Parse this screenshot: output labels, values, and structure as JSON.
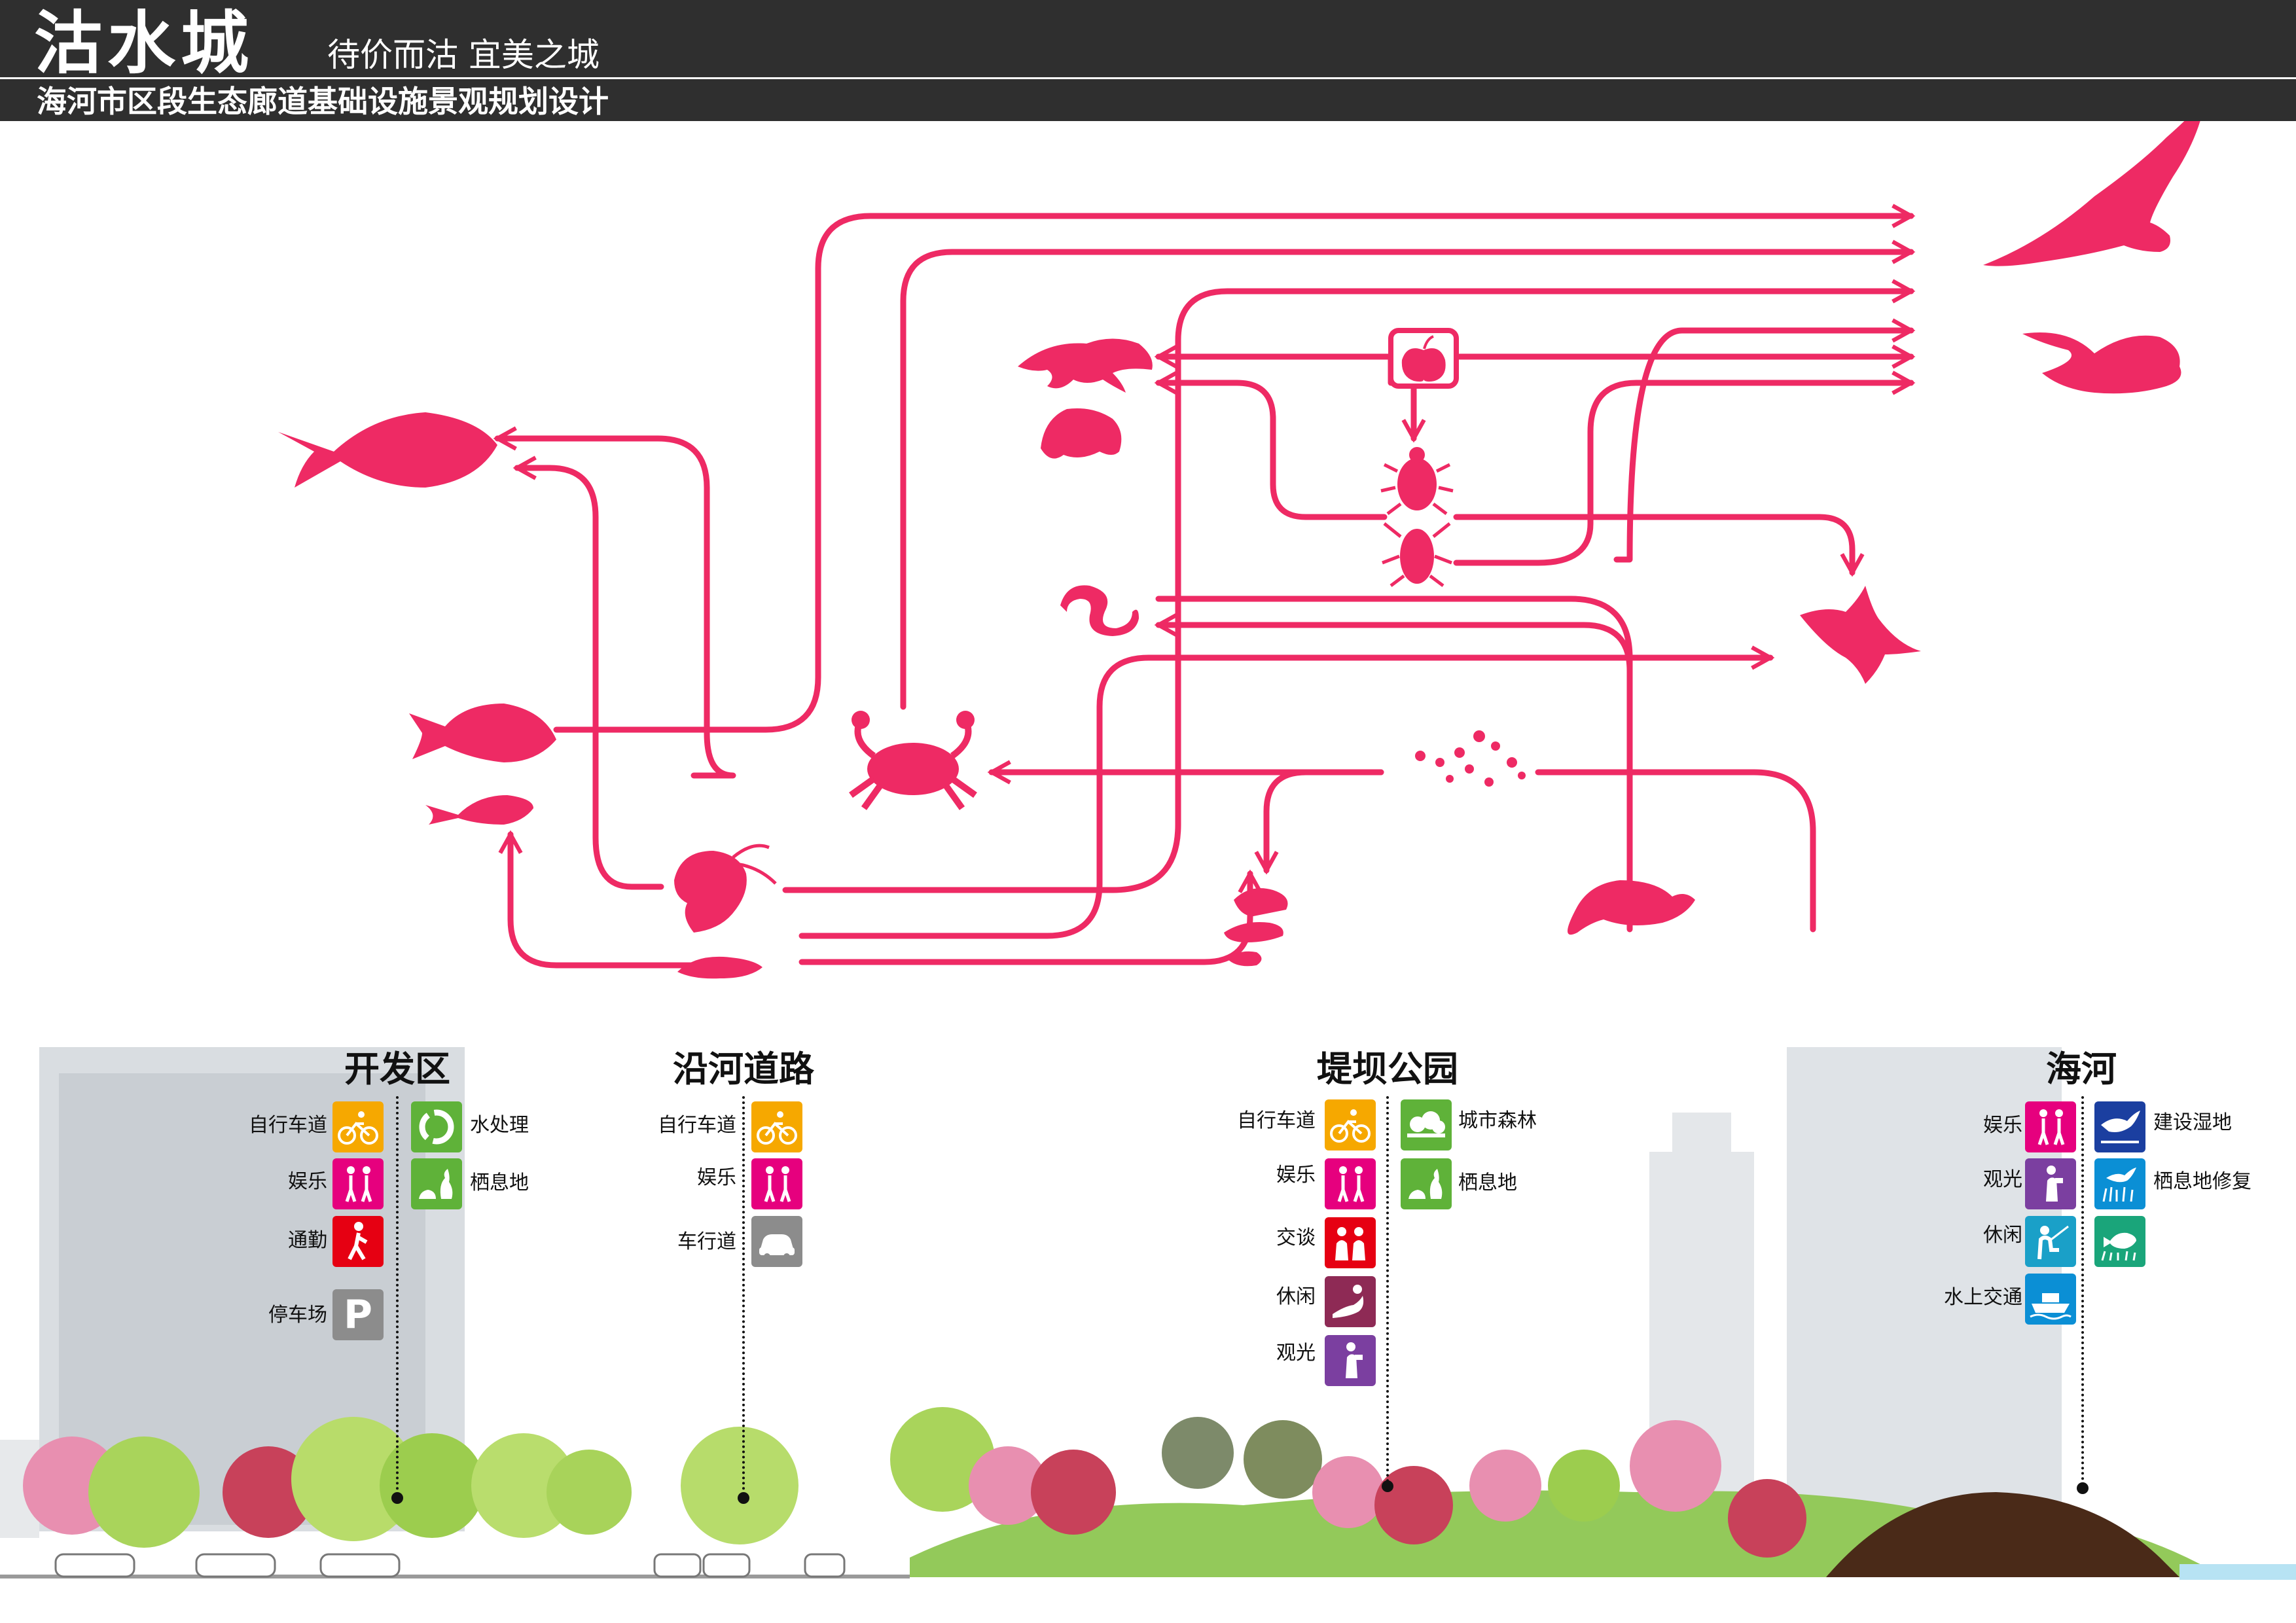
{
  "header": {
    "brand": "沽水城",
    "slogan": "待价而沽   宜美之城",
    "project_title": "海河市区段生态廊道基础设施景观规划设计"
  },
  "colors": {
    "header_bg": "#2f2f2f",
    "flow_line": "#ee2a64",
    "tile_yellow": "#f6a800",
    "tile_magenta": "#e6007e",
    "tile_red": "#e60012",
    "tile_green": "#5fb239",
    "tile_grey": "#8c8c8c",
    "tile_maroon": "#8e2a55",
    "tile_purple": "#7b3fa0",
    "tile_navy": "#1b3fa0",
    "tile_blue": "#0b8fd5",
    "tile_teal": "#1aa57a"
  },
  "food_web": {
    "organisms": [
      "egret-icon",
      "duck-icon",
      "fish-large-icon",
      "lizard-icon",
      "frog-icon",
      "fruit-icon",
      "beetle-icon",
      "cockroach-icon",
      "snake-icon",
      "kingfisher-icon",
      "fish-icon",
      "small-fish-icon",
      "crab-icon",
      "plankton-icon",
      "shrimp-icon",
      "small-shrimp-icon",
      "larvae-icon",
      "rat-icon"
    ]
  },
  "zones": [
    {
      "title": "开发区",
      "left_features": [
        {
          "label": "自行车道",
          "icon": "bicycle-icon",
          "color": "#f6a800"
        },
        {
          "label": "娱乐",
          "icon": "recreation-icon",
          "color": "#e6007e"
        },
        {
          "label": "通勤",
          "icon": "commute-icon",
          "color": "#e60012"
        },
        {
          "label": "停车场",
          "icon": "parking-icon",
          "color": "#8c8c8c",
          "glyph": "P"
        }
      ],
      "right_features": [
        {
          "label": "水处理",
          "icon": "recycle-icon",
          "color": "#5fb239"
        },
        {
          "label": "栖息地",
          "icon": "habitat-icon",
          "color": "#5fb239"
        }
      ]
    },
    {
      "title": "沿河道路",
      "left_features": [
        {
          "label": "自行车道",
          "icon": "bicycle-icon",
          "color": "#f6a800"
        },
        {
          "label": "娱乐",
          "icon": "recreation-icon",
          "color": "#e6007e"
        },
        {
          "label": "车行道",
          "icon": "car-icon",
          "color": "#8c8c8c"
        }
      ],
      "right_features": []
    },
    {
      "title": "堤坝公园",
      "left_features": [
        {
          "label": "自行车道",
          "icon": "bicycle-icon",
          "color": "#f6a800"
        },
        {
          "label": "娱乐",
          "icon": "recreation-icon",
          "color": "#e6007e"
        },
        {
          "label": "交谈",
          "icon": "conversation-icon",
          "color": "#e60012"
        },
        {
          "label": "休闲",
          "icon": "leisure-icon",
          "color": "#8e2a55"
        },
        {
          "label": "观光",
          "icon": "sightseeing-icon",
          "color": "#7b3fa0"
        }
      ],
      "right_features": [
        {
          "label": "城市森林",
          "icon": "forest-icon",
          "color": "#5fb239"
        },
        {
          "label": "栖息地",
          "icon": "habitat-icon",
          "color": "#5fb239"
        }
      ]
    },
    {
      "title": "海河",
      "left_features": [
        {
          "label": "娱乐",
          "icon": "recreation-icon",
          "color": "#e6007e"
        },
        {
          "label": "观光",
          "icon": "sightseeing-icon",
          "color": "#7b3fa0"
        },
        {
          "label": "休闲",
          "icon": "fishing-icon",
          "color": "#1aa0c8"
        },
        {
          "label": "水上交通",
          "icon": "boat-icon",
          "color": "#0b8fd5"
        }
      ],
      "right_features": [
        {
          "label": "建设湿地",
          "icon": "wetland-bird-icon",
          "color": "#1b3fa0"
        },
        {
          "label": "栖息地修复",
          "icon": "habitat-restoration-icon",
          "color": "#0b8fd5"
        },
        {
          "label": "",
          "icon": "fish-habitat-icon",
          "color": "#1aa57a"
        }
      ]
    }
  ]
}
